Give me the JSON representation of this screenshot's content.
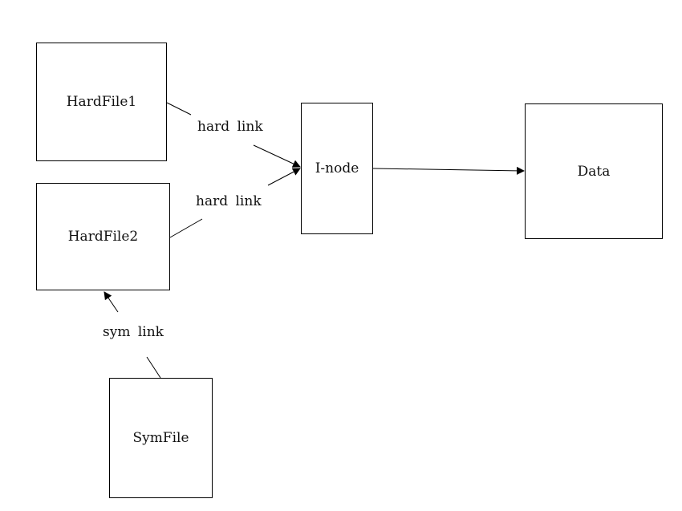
{
  "nodes": {
    "hardfile1": "HardFile1",
    "hardfile2": "HardFile2",
    "inode": "I-node",
    "data": "Data",
    "symfile": "SymFile"
  },
  "edges": {
    "hard_link_1": "hard link",
    "hard_link_2": "hard link",
    "sym_link": "sym link"
  }
}
